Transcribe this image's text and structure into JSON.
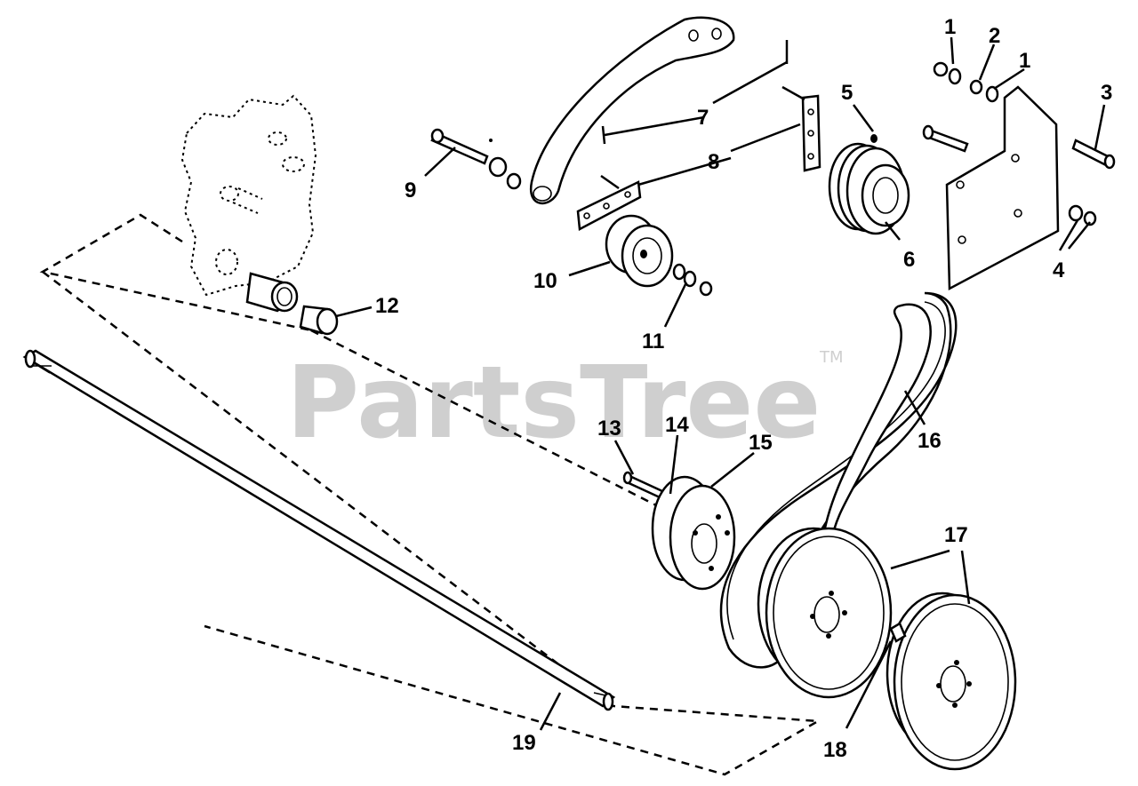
{
  "watermark": {
    "text": "PartsTree",
    "trademark": "TM"
  },
  "callouts": [
    {
      "id": "c1a",
      "label": "1"
    },
    {
      "id": "c2",
      "label": "2"
    },
    {
      "id": "c1b",
      "label": "1"
    },
    {
      "id": "c3",
      "label": "3"
    },
    {
      "id": "c4",
      "label": "4"
    },
    {
      "id": "c5",
      "label": "5"
    },
    {
      "id": "c6",
      "label": "6"
    },
    {
      "id": "c7",
      "label": "7"
    },
    {
      "id": "c8",
      "label": "8"
    },
    {
      "id": "c9",
      "label": "9"
    },
    {
      "id": "c10",
      "label": "10"
    },
    {
      "id": "c11",
      "label": "11"
    },
    {
      "id": "c12",
      "label": "12"
    },
    {
      "id": "c13",
      "label": "13"
    },
    {
      "id": "c14",
      "label": "14"
    },
    {
      "id": "c15",
      "label": "15"
    },
    {
      "id": "c16",
      "label": "16"
    },
    {
      "id": "c17",
      "label": "17"
    },
    {
      "id": "c18",
      "label": "18"
    },
    {
      "id": "c19",
      "label": "19"
    }
  ]
}
